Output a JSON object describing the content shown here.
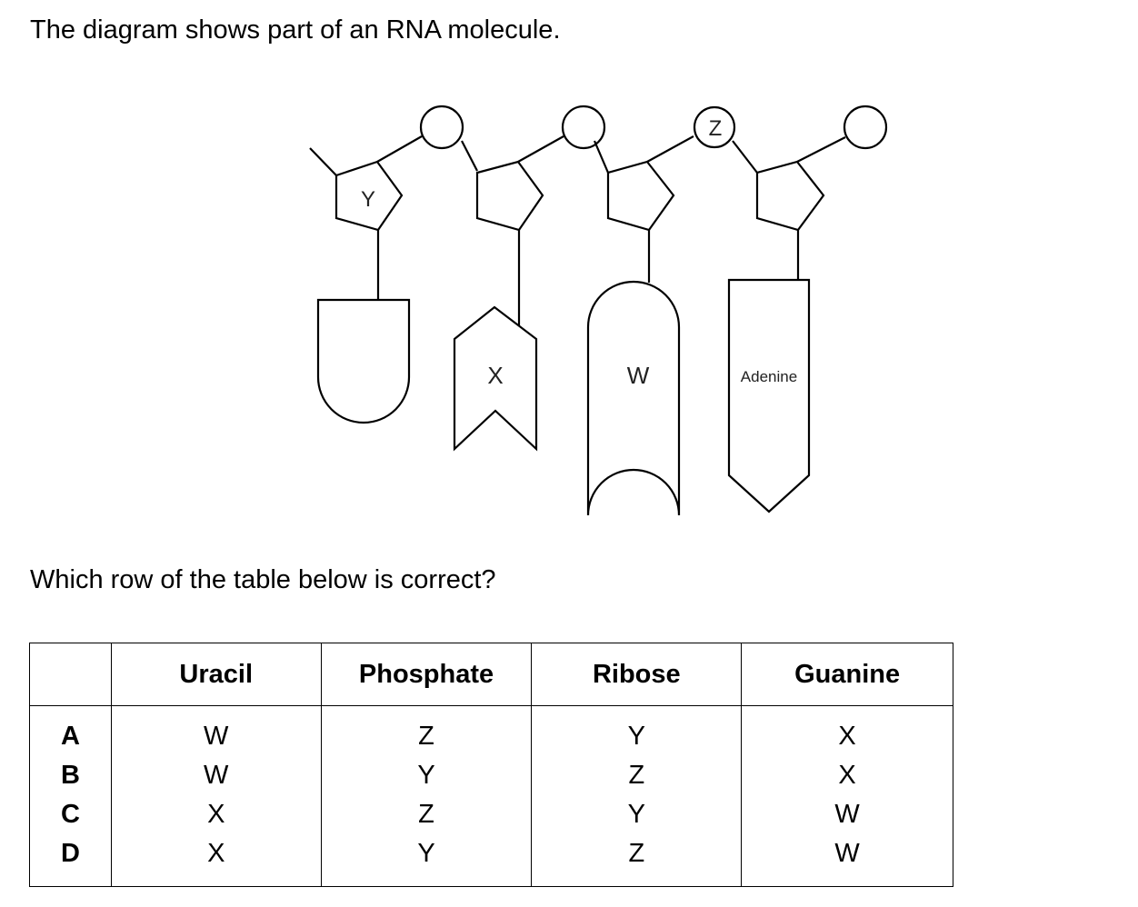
{
  "question": {
    "intro": "The diagram shows part of an RNA molecule.",
    "prompt": "Which row of the table below is correct?"
  },
  "diagram": {
    "label_y": "Y",
    "label_z": "Z",
    "label_x": "X",
    "label_w": "W",
    "label_adenine": "Adenine"
  },
  "table": {
    "headers": [
      "",
      "Uracil",
      "Phosphate",
      "Ribose",
      "Guanine"
    ],
    "rows": [
      {
        "option": "A",
        "uracil": "W",
        "phosphate": "Z",
        "ribose": "Y",
        "guanine": "X"
      },
      {
        "option": "B",
        "uracil": "W",
        "phosphate": "Y",
        "ribose": "Z",
        "guanine": "X"
      },
      {
        "option": "C",
        "uracil": "X",
        "phosphate": "Z",
        "ribose": "Y",
        "guanine": "W"
      },
      {
        "option": "D",
        "uracil": "X",
        "phosphate": "Y",
        "ribose": "Z",
        "guanine": "W"
      }
    ]
  }
}
